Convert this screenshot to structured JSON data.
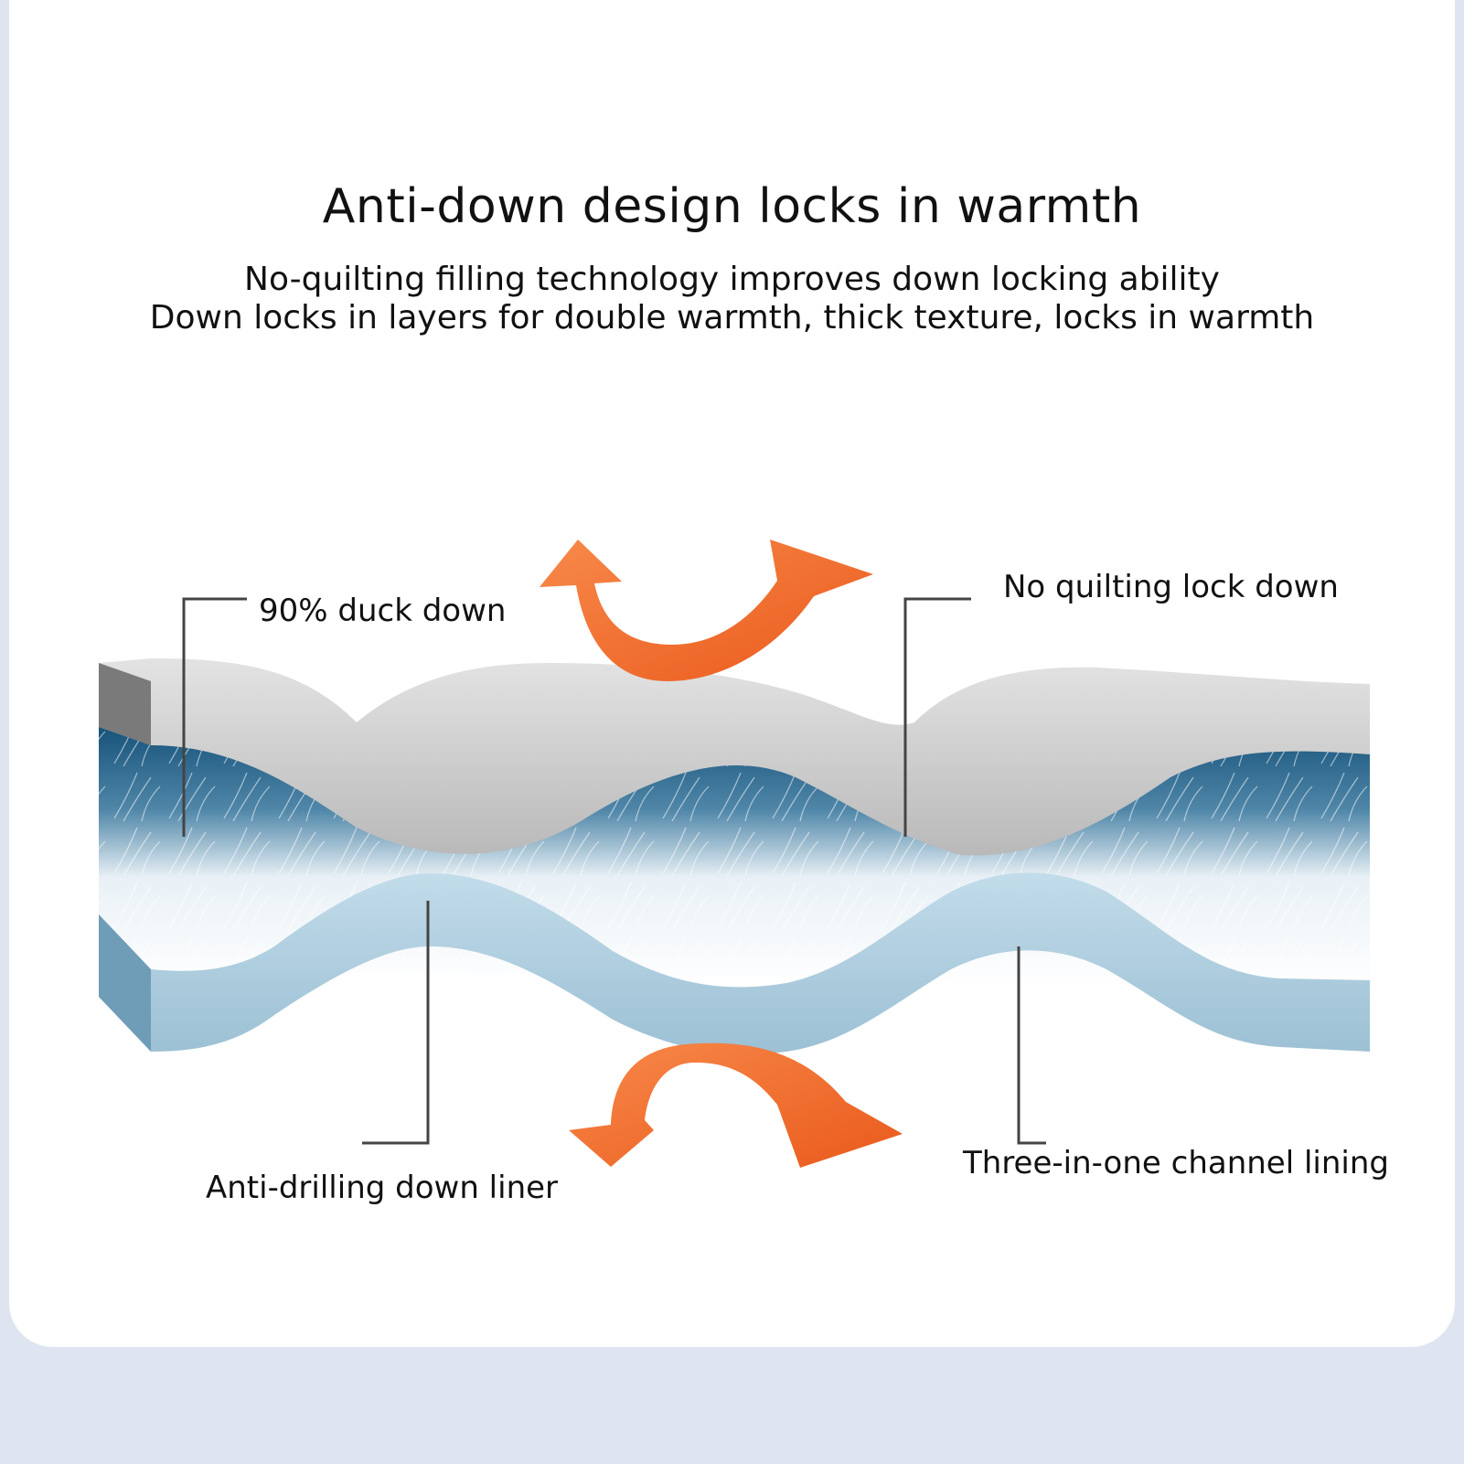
{
  "header": {
    "title": "Anti-down design locks in warmth",
    "subtitle_line1": "No-quilting filling technology improves down locking ability",
    "subtitle_line2": "Down locks in layers for double warmth, thick texture, locks in warmth"
  },
  "callouts": {
    "duck_down": "90% duck down",
    "no_quilting": "No quilting lock down",
    "liner": "Anti-drilling down liner",
    "channel": "Three-in-one channel lining"
  },
  "colors": {
    "background": "#dfe5f0",
    "card": "#ffffff",
    "top_fabric": "#c9c9c9",
    "bottom_fabric": "#a8cadb",
    "down_fill": "#1c5a80",
    "arrow": "#f06a2a"
  },
  "icons": {
    "top_arrow": "curved-arrow-icon",
    "bottom_arrow": "curved-arrow-icon"
  }
}
